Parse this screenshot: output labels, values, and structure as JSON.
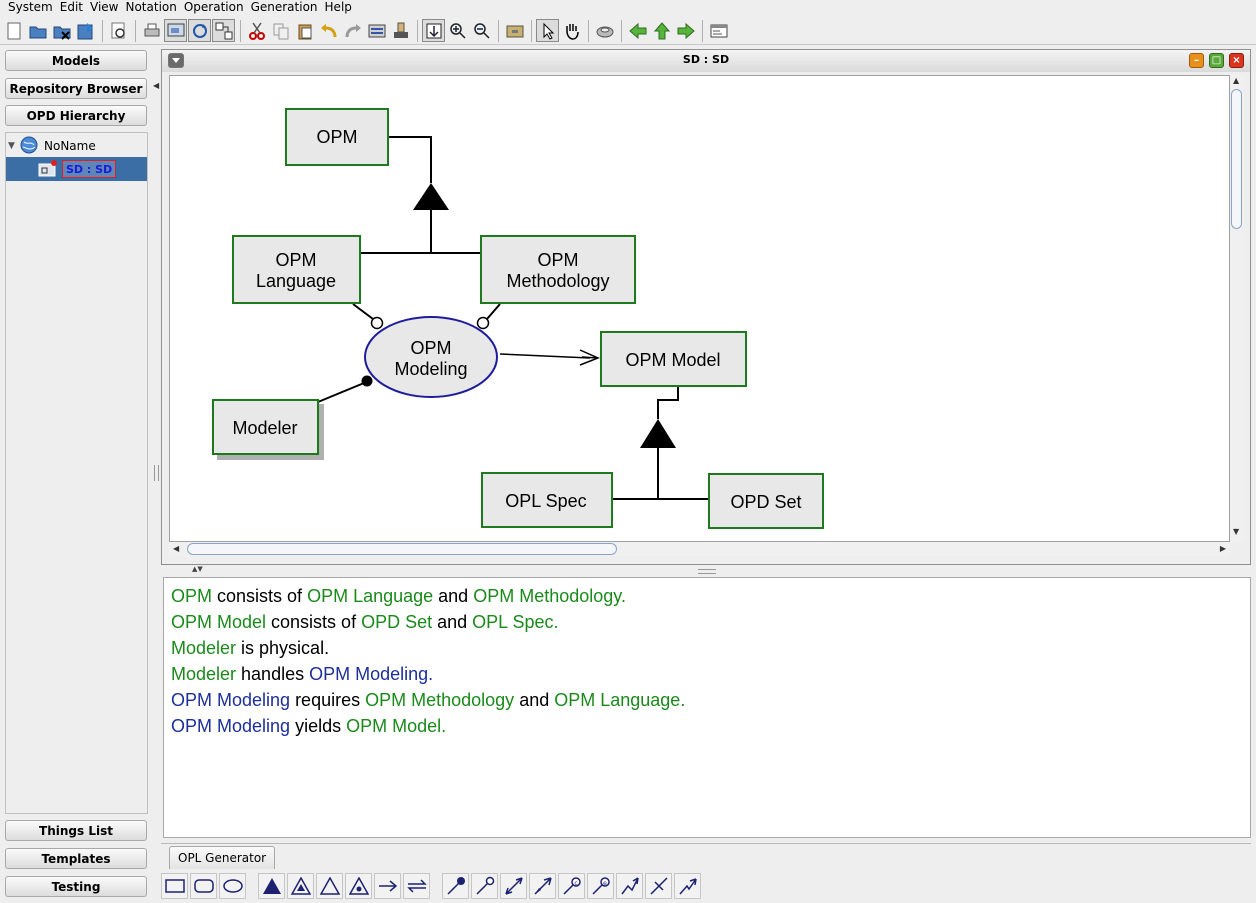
{
  "menu": [
    "System",
    "Edit",
    "View",
    "Notation",
    "Operation",
    "Generation",
    "Help"
  ],
  "toolbar": {
    "icons": [
      "new-icon",
      "open-icon",
      "close-icon",
      "save-icon",
      "find-icon",
      "print-icon",
      "screenshot-icon",
      "refresh-icon",
      "layout-icon",
      "cut-icon",
      "copy-icon",
      "paste-icon",
      "undo-icon",
      "redo-icon",
      "delete-icon",
      "stamp-icon",
      "fit-icon",
      "zoom-in-icon",
      "zoom-out-icon",
      "toggle-icon",
      "pointer-icon",
      "hand-icon",
      "disk-icon",
      "back-icon",
      "up-icon",
      "forward-icon",
      "window-icon"
    ]
  },
  "left_panel": {
    "models_label": "Models",
    "repository_label": "Repository Browser",
    "hierarchy_label": "OPD Hierarchy",
    "tree_root": "NoName",
    "tree_selected": "SD : SD",
    "things_label": "Things List",
    "templates_label": "Templates",
    "testing_label": "Testing"
  },
  "window": {
    "title": "SD : SD"
  },
  "diagram": {
    "things": {
      "opm": "OPM",
      "opm_language_1": "OPM",
      "opm_language_2": "Language",
      "opm_methodology_1": "OPM",
      "opm_methodology_2": "Methodology",
      "opm_modeling_1": "OPM",
      "opm_modeling_2": "Modeling",
      "opm_model": "OPM Model",
      "modeler": "Modeler",
      "opl_spec": "OPL Spec",
      "opd_set": "OPD Set"
    },
    "colors": {
      "object_border": "#1f7a1f",
      "process_border": "#1c1c9c",
      "thing_fill": "#e8e8e8"
    }
  },
  "opl": {
    "lines": [
      [
        {
          "t": "OPM",
          "k": "obj"
        },
        {
          "t": " consists of ",
          "k": "txt"
        },
        {
          "t": "OPM Language",
          "k": "obj"
        },
        {
          "t": " and ",
          "k": "txt"
        },
        {
          "t": "OPM Methodology",
          "k": "obj"
        },
        {
          "t": ".",
          "k": "obj"
        }
      ],
      [
        {
          "t": "OPM Model",
          "k": "obj"
        },
        {
          "t": " consists of ",
          "k": "txt"
        },
        {
          "t": "OPD Set",
          "k": "obj"
        },
        {
          "t": " and ",
          "k": "txt"
        },
        {
          "t": "OPL Spec",
          "k": "obj"
        },
        {
          "t": ".",
          "k": "obj"
        }
      ],
      [
        {
          "t": "Modeler",
          "k": "obj"
        },
        {
          "t": " is physical.",
          "k": "txt"
        }
      ],
      [
        {
          "t": "Modeler",
          "k": "obj"
        },
        {
          "t": " handles ",
          "k": "txt"
        },
        {
          "t": "OPM Modeling",
          "k": "proc"
        },
        {
          "t": ".",
          "k": "proc"
        }
      ],
      [
        {
          "t": "OPM Modeling",
          "k": "proc"
        },
        {
          "t": " requires ",
          "k": "txt"
        },
        {
          "t": "OPM Methodology",
          "k": "obj"
        },
        {
          "t": " and ",
          "k": "txt"
        },
        {
          "t": "OPM Language",
          "k": "obj"
        },
        {
          "t": ".",
          "k": "obj"
        }
      ],
      [
        {
          "t": "OPM Modeling",
          "k": "proc"
        },
        {
          "t": " yields ",
          "k": "txt"
        },
        {
          "t": "OPM Model",
          "k": "obj"
        },
        {
          "t": ".",
          "k": "obj"
        }
      ]
    ],
    "colors": {
      "obj": "#1a8a1a",
      "proc": "#1c2f9a",
      "txt": "#000000"
    }
  },
  "bottom_tab": {
    "label": "OPL Generator"
  },
  "palette": {
    "icons": [
      "object-tool-icon",
      "process-tool-icon",
      "ellipse-tool-icon",
      "aggregation-icon",
      "exhibition-icon",
      "generalization-icon",
      "instantiation-icon",
      "unidirectional-link-icon",
      "bidirectional-link-icon",
      "agent-link-icon",
      "instrument-link-icon",
      "effect-link-icon",
      "result-link-icon",
      "condition-link-icon",
      "event-link-icon",
      "invocation-link-icon",
      "exception-link-icon",
      "timeout-link-icon"
    ]
  }
}
